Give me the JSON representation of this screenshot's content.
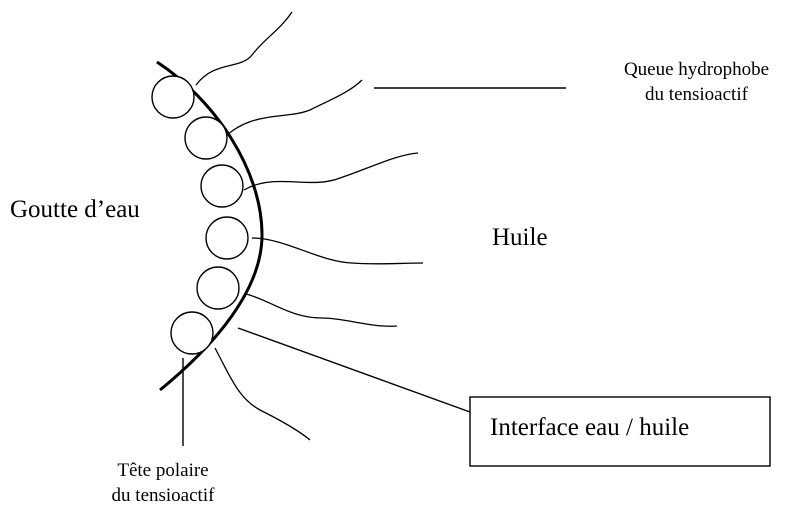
{
  "labels": {
    "water": "Goutte d’eau",
    "oil": "Huile",
    "hydrophobic_tail": [
      "Queue hydrophobe",
      "du tensioactif"
    ],
    "polar_head": [
      "Tête polaire",
      "du tensioactif"
    ],
    "interface": "Interface eau / huile"
  },
  "colors": {
    "stroke": "#000000",
    "background": "#ffffff"
  }
}
